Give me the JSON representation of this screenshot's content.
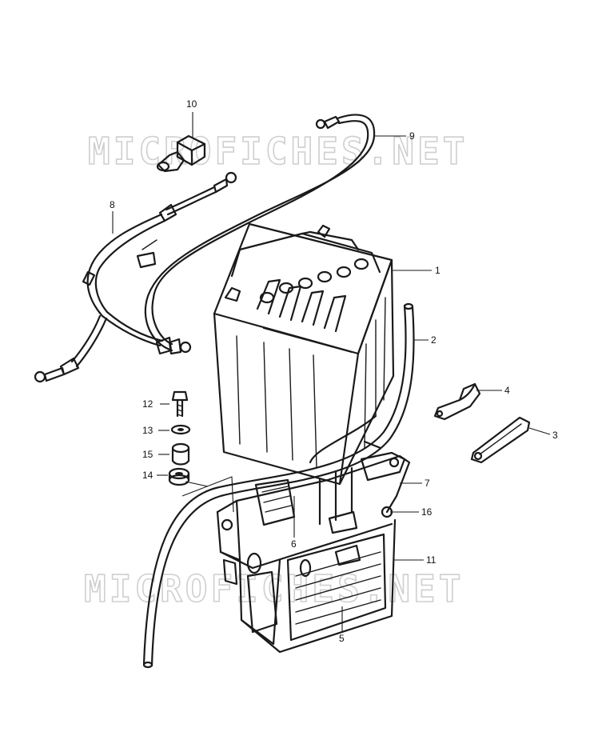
{
  "watermark": {
    "top": "MICROFICHES.NET",
    "bottom": "MICROFICHES.NET"
  },
  "callouts": {
    "p1": "1",
    "p2": "2",
    "p3": "3",
    "p4": "4",
    "p5": "5",
    "p6": "6",
    "p7": "7",
    "p8": "8",
    "p9": "9",
    "p10": "10",
    "p11": "11",
    "p12": "12",
    "p13": "13",
    "p14": "14",
    "p15": "15",
    "p16": "16"
  }
}
